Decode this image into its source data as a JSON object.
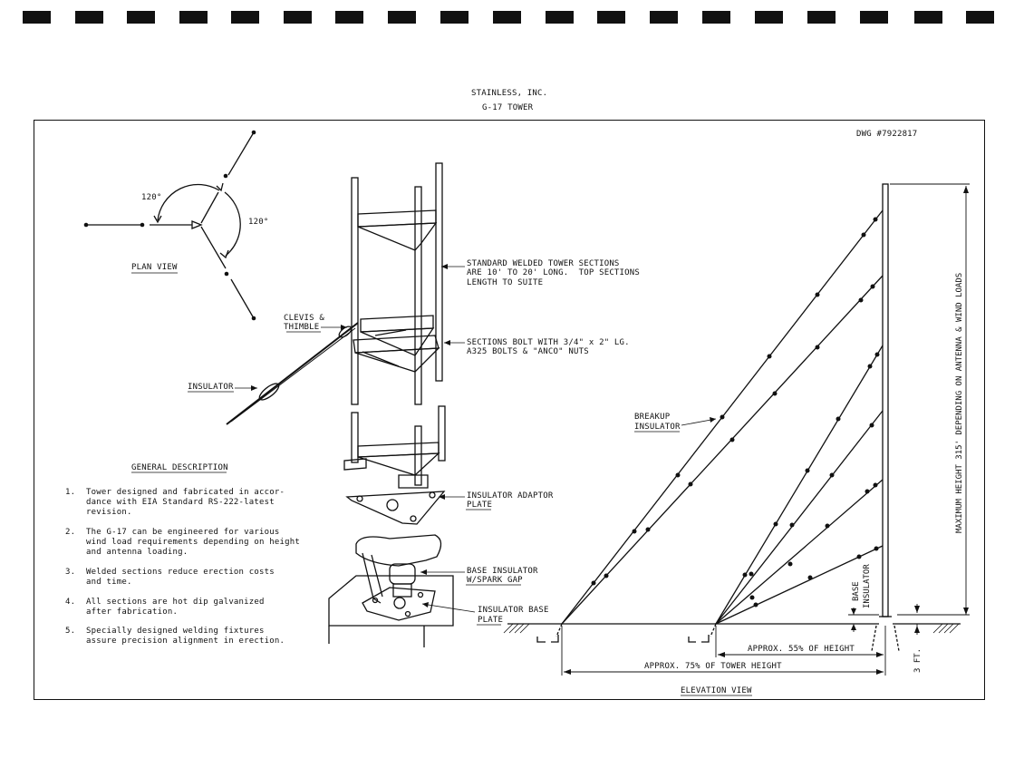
{
  "header": {
    "company": "STAINLESS, INC.",
    "model": "G-17 TOWER",
    "drawing_number": "DWG #7922817"
  },
  "plan_view": {
    "title": "PLAN VIEW",
    "angle_1": "120°",
    "angle_2": "120°"
  },
  "callouts": {
    "clevis_line1": "CLEVIS &",
    "clevis_line2": "THIMBLE",
    "insulator": "INSULATOR",
    "sections_line1": "STANDARD WELDED TOWER SECTIONS",
    "sections_line2": "ARE 10' TO 20' LONG.  TOP SECTIONS",
    "sections_line3": "LENGTH TO SUITE",
    "bolt_line1": "SECTIONS BOLT WITH 3/4\" x 2\" LG.",
    "bolt_line2": "A325 BOLTS & \"ANCO\" NUTS",
    "adaptor_line1": "INSULATOR ADAPTOR",
    "adaptor_line2": "PLATE",
    "base_ins_line1": "BASE INSULATOR",
    "base_ins_line2": "W/SPARK GAP",
    "base_plate_line1": "INSULATOR BASE",
    "base_plate_line2": "PLATE",
    "breakup_line1": "BREAKUP",
    "breakup_line2": "INSULATOR"
  },
  "general_description": {
    "title": "GENERAL DESCRIPTION",
    "items": [
      {
        "num": "1.",
        "lines": [
          "Tower designed and fabricated in accor-",
          "dance with EIA Standard RS-222-latest",
          "revision."
        ]
      },
      {
        "num": "2.",
        "lines": [
          "The G-17 can be engineered for various",
          "wind load requirements depending on height",
          "and antenna loading."
        ]
      },
      {
        "num": "3.",
        "lines": [
          "Welded sections reduce erection costs",
          "and time."
        ]
      },
      {
        "num": "4.",
        "lines": [
          "All sections are hot dip galvanized",
          "after fabrication."
        ]
      },
      {
        "num": "5.",
        "lines": [
          "Specially designed welding fixtures",
          "assure precision alignment in erection."
        ]
      }
    ]
  },
  "elevation": {
    "title": "ELEVATION VIEW",
    "dim_55": "APPROX. 55% OF HEIGHT",
    "dim_75": "APPROX. 75% OF TOWER HEIGHT",
    "base_ins_line1": "BASE",
    "base_ins_line2": "INSULATOR",
    "three_ft": "3 FT.",
    "max_height": "MAXIMUM HEIGHT 315' DEPENDING ON ANTENNA & WIND LOADS"
  }
}
